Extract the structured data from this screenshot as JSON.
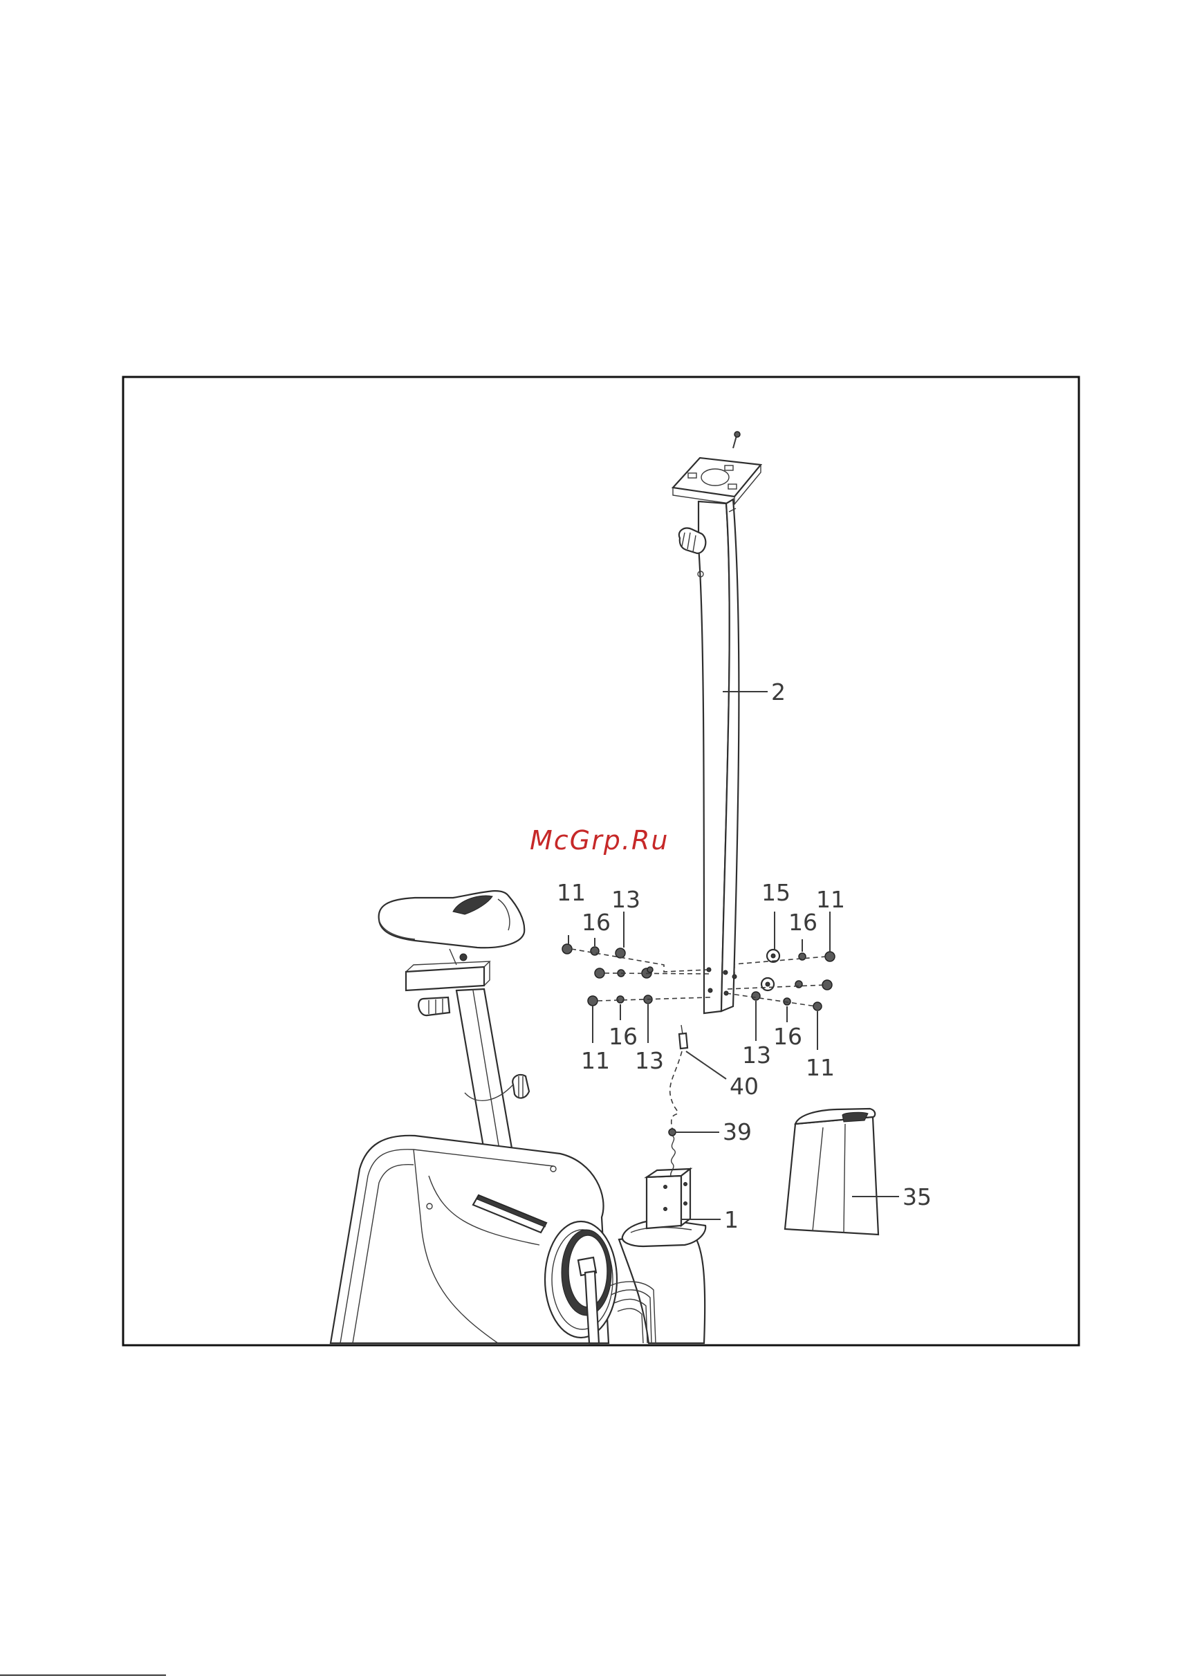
{
  "watermark": "McGrp.Ru",
  "parts": {
    "p2": "2",
    "p1": "1",
    "p35": "35",
    "p39": "39",
    "p40": "40",
    "left_top": [
      "11",
      "16",
      "13"
    ],
    "right_top": [
      "15",
      "16",
      "11"
    ],
    "left_bottom": [
      "11",
      "16",
      "13"
    ],
    "right_bottom": [
      "13",
      "16",
      "11"
    ]
  }
}
